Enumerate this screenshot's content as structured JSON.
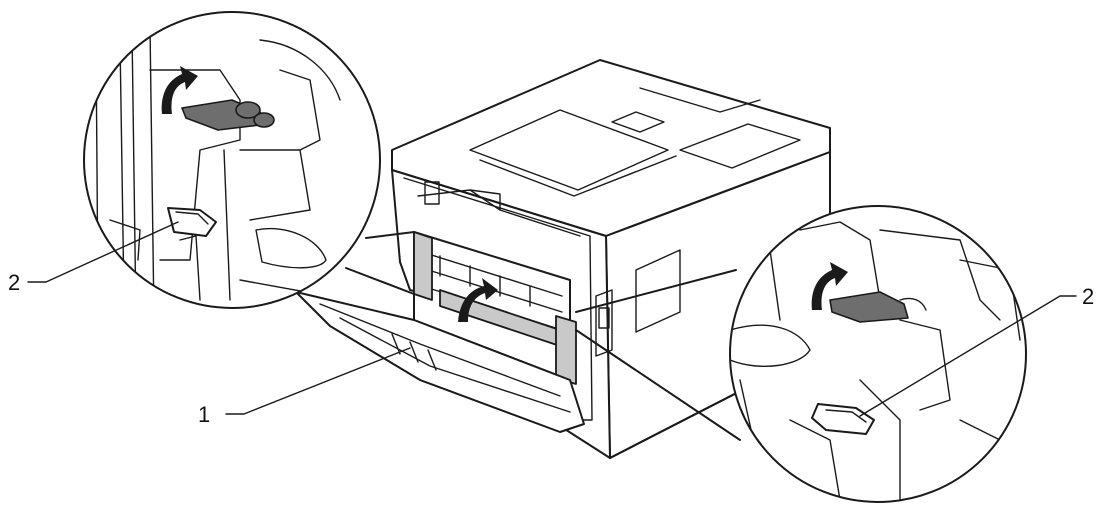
{
  "callouts": {
    "lever_1": "1",
    "lever_2_left": "2",
    "lever_2_right": "2"
  },
  "colors": {
    "line": "#1a1a1a",
    "highlight_grey": "#c9c9c9",
    "background": "#ffffff"
  }
}
